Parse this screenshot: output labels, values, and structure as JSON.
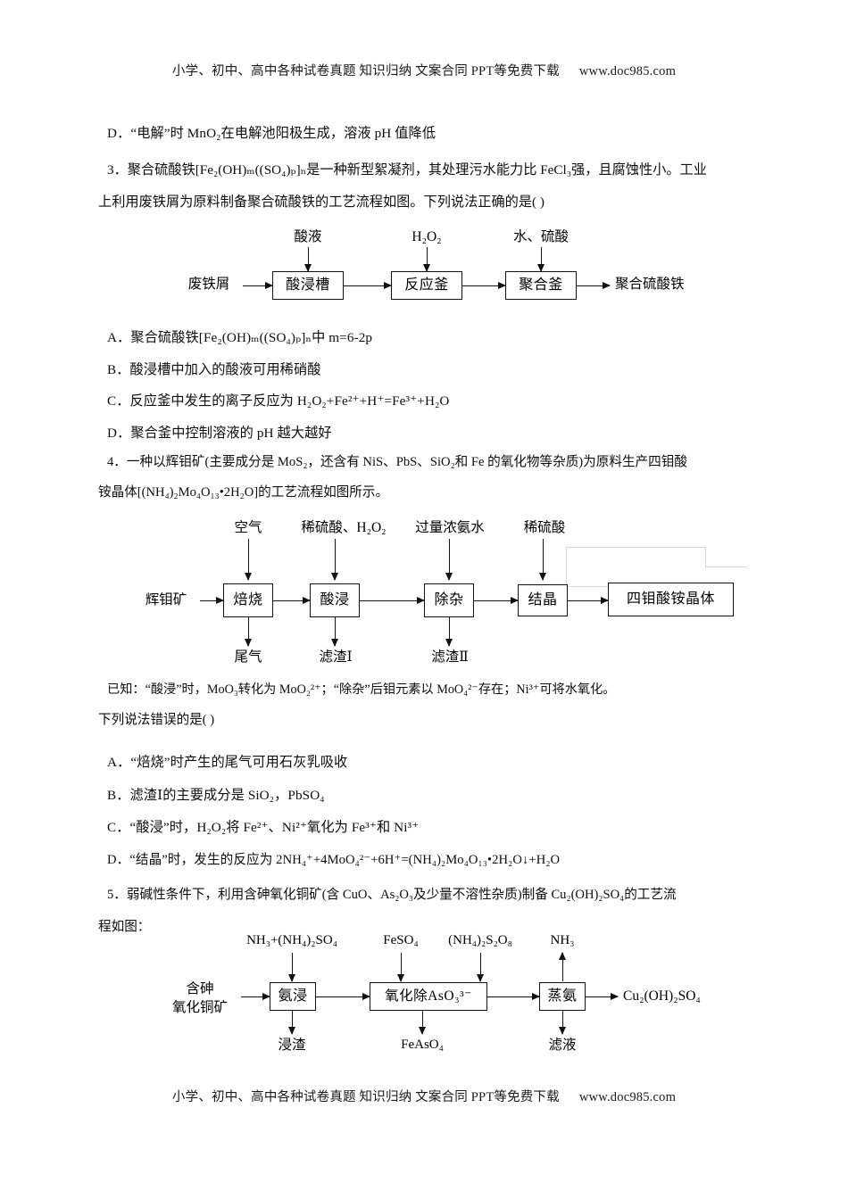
{
  "watermark": {
    "text_cn": "小学、初中、高中各种试卷真题 知识归纳 文案合同 PPT等免费下载",
    "url": "www.doc985.com"
  },
  "question_2_tail": {
    "option_d": "D．“电解”时 MnO₂在电解池阳极生成，溶液 pH 值降低"
  },
  "question_3": {
    "stem_line1": "3．聚合硫酸铁[Fe₂(OH)ₘ((SO₄)ₚ]ₙ是一种新型絮凝剂，其处理污水能力比 FeCl₃强，且腐蚀性小。工业",
    "stem_line2": "上利用废铁屑为原料制备聚合硫酸铁的工艺流程如图。下列说法正确的是(  )",
    "options": [
      "A．聚合硫酸铁[Fe₂(OH)ₘ((SO₄)ₚ]ₙ中 m=6-2p",
      "B．酸浸槽中加入的酸液可用稀硝酸",
      "C．反应釜中发生的离子反应为 H₂O₂+Fe²⁺+H⁺=Fe³⁺+H₂O",
      "D．聚合釜中控制溶液的 pH 越大越好"
    ],
    "flowchart": {
      "type": "process-flow",
      "input_label": "废铁屑",
      "output_label": "聚合硫酸铁",
      "stages": [
        "酸浸槽",
        "反应釜",
        "聚合釜"
      ],
      "top_inputs": [
        "酸液",
        "H₂O₂",
        "水、硫酸"
      ]
    }
  },
  "question_4": {
    "stem_line1": "4．一种以辉钼矿(主要成分是 MoS₂，还含有 NiS、PbS、SiO₂和 Fe 的氧化物等杂质)为原料生产四钼酸",
    "stem_line2": "铵晶体[(NH₄)₂Mo₄O₁₃•2H₂O]的工艺流程如图所示。",
    "known_line1": "已知：“酸浸”时，MoO₃转化为 MoO₂²⁺；“除杂”后钼元素以 MoO₄²⁻存在；Ni³⁺可将水氧化。",
    "known_line2": "下列说法错误的是(  )",
    "options": [
      "A．“焙烧”时产生的尾气可用石灰乳吸收",
      "B．滤渣Ⅰ的主要成分是 SiO₂，PbSO₄",
      "C．“酸浸”时，H₂O₂将 Fe²⁺、Ni²⁺氧化为 Fe³⁺和 Ni³⁺",
      "D．“结晶”时，发生的反应为 2NH₄⁺+4MoO₄²⁻+6H⁺=(NH₄)₂Mo₄O₁₃•2H₂O↓+H₂O"
    ],
    "flowchart": {
      "type": "process-flow",
      "input_label": "辉钼矿",
      "output_label": "四钼酸铵晶体",
      "stages": [
        "焙烧",
        "酸浸",
        "除杂",
        "结晶"
      ],
      "top_inputs": [
        "空气",
        "稀硫酸、H₂O₂",
        "过量浓氨水",
        "稀硫酸"
      ],
      "bottom_outputs": [
        "尾气",
        "滤渣Ⅰ",
        "滤渣Ⅱ"
      ]
    }
  },
  "question_5": {
    "stem_line1": "5．弱碱性条件下，利用含砷氧化铜矿(含 CuO、As₂O₃及少量不溶性杂质)制备 Cu₂(OH)₂SO₄的工艺流",
    "stem_line2": "程如图：",
    "flowchart": {
      "type": "process-flow",
      "input_label_line1": "含砷",
      "input_label_line2": "氧化铜矿",
      "output_label": "Cu₂(OH)₂SO₄",
      "stages": [
        "氨浸",
        "氧化除AsO₃³⁻",
        "蒸氨"
      ],
      "top_inputs": [
        "NH₃+(NH₄)₂SO₄",
        "FeSO₄",
        "(NH₄)₂S₂O₈",
        "NH₃"
      ],
      "bottom_outputs": [
        "浸渣",
        "FeAsO₄",
        "滤液"
      ]
    }
  },
  "colors": {
    "text": "#0d0d0d",
    "rule": "#111111",
    "artifact": "#d7d7d7",
    "background": "#ffffff"
  }
}
